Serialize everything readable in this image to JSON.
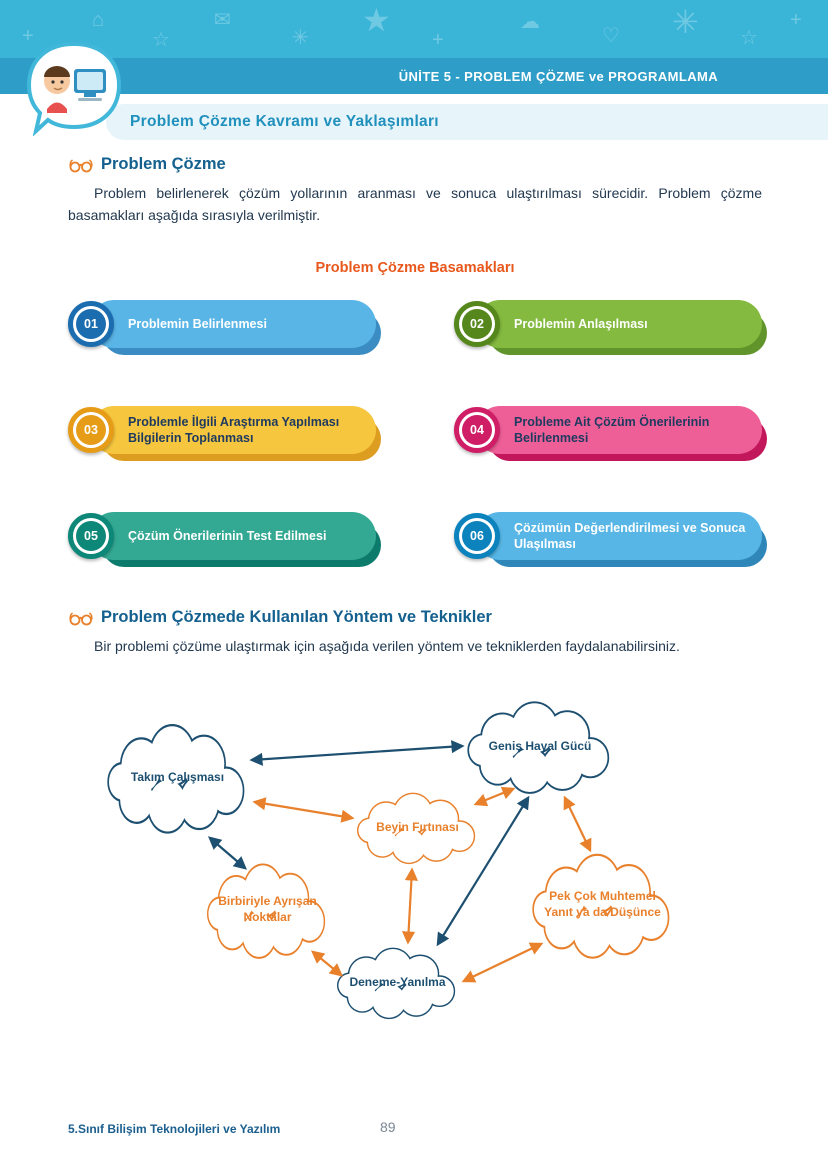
{
  "accents": {
    "orange": "#e8802c",
    "navy": "#1d4f70",
    "cyan": "#3ab5d8",
    "header_blue": "#2e9ec8",
    "heading_navy": "#14608f",
    "steps_title_orange": "#e8581c",
    "body_text": "#22394f"
  },
  "header": {
    "unit_title": "ÜNİTE 5 - PROBLEM ÇÖZME ve PROGRAMLAMA",
    "section_title": "Problem Çözme Kavramı ve Yaklaşımları"
  },
  "section1": {
    "heading": "Problem Çözme",
    "paragraph": "Problem belirlenerek çözüm yollarının aranması ve sonuca ulaştırılması sürecidir. Problem çözme basamakları aşağıda sırasıyla verilmiştir.",
    "steps_title": "Problem Çözme Basamakları",
    "steps": [
      {
        "number": "01",
        "label": "Problemin Belirlenmesi",
        "colors": {
          "badge": "#1c6db0",
          "ribbon": "#5ab5e7",
          "shadow": "#3a8cc2",
          "text": "#ffffff"
        }
      },
      {
        "number": "02",
        "label": "Problemin Anlaşılması",
        "colors": {
          "badge": "#55871d",
          "ribbon": "#84ba3f",
          "shadow": "#61952c",
          "text": "#ffffff"
        }
      },
      {
        "number": "03",
        "label": "Problemle İlgili Araştırma Yapılması Bilgilerin Toplanması",
        "colors": {
          "badge": "#e79c17",
          "ribbon": "#f6c63e",
          "shadow": "#dd9d20",
          "text": "#1e3a5f"
        }
      },
      {
        "number": "04",
        "label": "Probleme Ait Çözüm Önerilerinin Belirlenmesi",
        "colors": {
          "badge": "#cf1d66",
          "ribbon": "#ef5f97",
          "shadow": "#c2185b",
          "text": "#1e3a5f"
        }
      },
      {
        "number": "05",
        "label": "Çözüm Önerilerinin Test Edilmesi",
        "colors": {
          "badge": "#0d8777",
          "ribbon": "#33a893",
          "shadow": "#0c7b6c",
          "text": "#ffffff"
        }
      },
      {
        "number": "06",
        "label": "Çözümün Değerlendirilmesi ve Sonuca Ulaşılması",
        "colors": {
          "badge": "#0c83bd",
          "ribbon": "#57b6e6",
          "shadow": "#2f86b8",
          "text": "#ffffff"
        }
      }
    ]
  },
  "section2": {
    "heading": "Problem Çözmede Kullanılan Yöntem ve Teknikler",
    "paragraph": "Bir problemi çözüme ulaştırmak için aşağıda verilen yöntem ve tekniklerden faydalanabilirsiniz."
  },
  "diagram": {
    "nodes": [
      {
        "label": "Takım Çalışması",
        "color": "#1d4f70"
      },
      {
        "label": "Geniş Hayal Gücü",
        "color": "#1d4f70"
      },
      {
        "label": "Beyin Fırtınası",
        "color": "#e8802c"
      },
      {
        "label": "Birbiriyle Ayrışan Noktalar",
        "color": "#e8802c"
      },
      {
        "label": "Pek Çok Muhtemel Yanıt ya da Düşünce",
        "color": "#e8802c"
      },
      {
        "label": "Deneme-Yanılma",
        "color": "#1d4f70"
      }
    ],
    "edges": [
      {
        "from": "Takım Çalışması",
        "to": "Geniş Hayal Gücü",
        "color": "navy"
      },
      {
        "from": "Takım Çalışması",
        "to": "Beyin Fırtınası",
        "color": "orange"
      },
      {
        "from": "Takım Çalışması",
        "to": "Birbiriyle Ayrışan Noktalar",
        "color": "navy"
      },
      {
        "from": "Beyin Fırtınası",
        "to": "Geniş Hayal Gücü",
        "color": "orange"
      },
      {
        "from": "Beyin Fırtınası",
        "to": "Deneme-Yanılma",
        "color": "orange"
      },
      {
        "from": "Geniş Hayal Gücü",
        "to": "Deneme-Yanılma",
        "color": "navy"
      },
      {
        "from": "Geniş Hayal Gücü",
        "to": "Pek Çok Muhtemel Yanıt ya da Düşünce",
        "color": "orange"
      },
      {
        "from": "Deneme-Yanılma",
        "to": "Pek Çok Muhtemel Yanıt ya da Düşünce",
        "color": "orange"
      },
      {
        "from": "Birbiriyle Ayrışan Noktalar",
        "to": "Deneme-Yanılma",
        "color": "orange"
      }
    ]
  },
  "footer": {
    "book_title": "5.Sınıf Bilişim Teknolojileri ve Yazılım",
    "page_number": "89"
  }
}
